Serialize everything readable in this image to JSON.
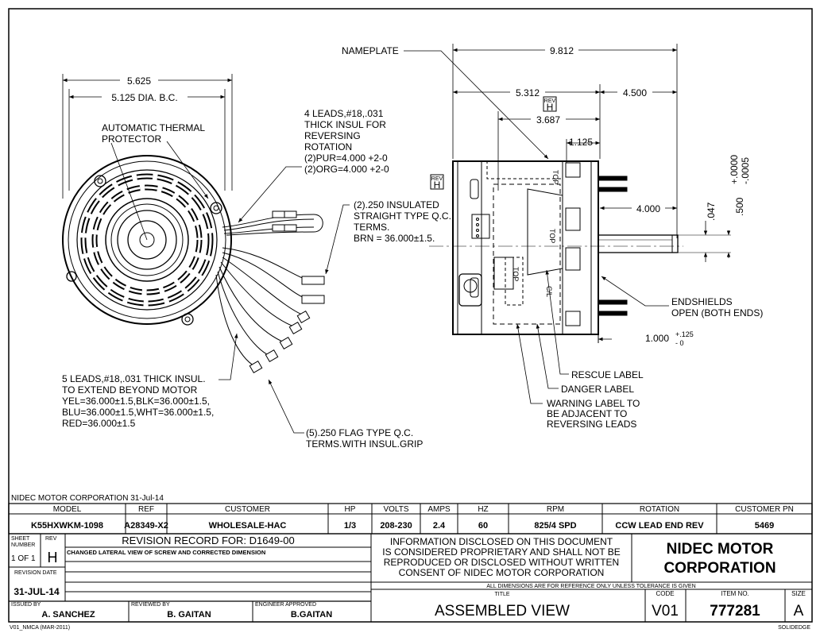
{
  "notes": {
    "nameplate": "NAMEPLATE",
    "dim_overall_diameter": "5.625",
    "dim_bolt_circle": "5.125 DIA. B.C.",
    "thermal_protector_line1": "AUTOMATIC THERMAL",
    "thermal_protector_line2": "PROTECTOR",
    "leads4_line1": "4 LEADS,#18,.031",
    "leads4_line2": "THICK INSUL FOR",
    "leads4_line3": "REVERSING",
    "leads4_line4": "ROTATION",
    "leads4_line5": "(2)PUR=4.000 +2-0",
    "leads4_line6": "(2)ORG=4.000 +2-0",
    "insulated_line1": "(2).250 INSULATED",
    "insulated_line2": "STRAIGHT TYPE Q.C.",
    "insulated_line3": "TERMS.",
    "insulated_line4": "BRN = 36.000±1.5.",
    "leads5_line1": "5 LEADS,#18,.031 THICK INSUL.",
    "leads5_line2": "TO EXTEND BEYOND MOTOR",
    "leads5_line3": "YEL=36.000±1.5,BLK=36.000±1.5,",
    "leads5_line4": "BLU=36.000±1.5,WHT=36.000±1.5,",
    "leads5_line5": "RED=36.000±1.5",
    "flag_line1": "(5).250 FLAG TYPE Q.C.",
    "flag_line2": "TERMS.WITH INSUL.GRIP",
    "dim_overall_length": "9.812",
    "dim_body": "5.312",
    "dim_shaft_ext": "4.500",
    "dim_label_pos": "3.687",
    "dim_1125": "1.125",
    "dim_4000": "4.000",
    "dim_047": ".047",
    "dim_500": ".500",
    "tol_plus": "+.0000",
    "tol_minus": "-.0005",
    "dim_1000": "1.000",
    "tol_125": "+.125",
    "tol_0": "- 0",
    "rev_tag_small": "REV",
    "rev_tag_letter": "H",
    "endshields_line1": "ENDSHIELDS",
    "endshields_line2": "OPEN (BOTH ENDS)",
    "rescue_label": "RESCUE LABEL",
    "danger_label": "DANGER LABEL",
    "warning_line1": "WARNING LABEL TO",
    "warning_line2": "BE ADJACENT TO",
    "warning_line3": "REVERSING LEADS",
    "top_1": "TOP",
    "top_2": "TOP",
    "top_3": "TOP",
    "cl": "C/L"
  },
  "title_block": {
    "corp_date": "NIDEC MOTOR CORPORATION 31-Jul-14",
    "headers": [
      "MODEL",
      "REF",
      "CUSTOMER",
      "HP",
      "VOLTS",
      "AMPS",
      "HZ",
      "RPM",
      "ROTATION",
      "CUSTOMER PN"
    ],
    "values": [
      "K55HXWKM-1098",
      "A28349-X2",
      "WHOLESALE-HAC",
      "1/3",
      "208-230",
      "2.4",
      "60",
      "825/4 SPD",
      "CCW LEAD END REV",
      "5469"
    ],
    "sheet_number_label1": "SHEET",
    "sheet_number_label2": "NUMBER",
    "sheet_of": "1 OF 1",
    "rev_label": "REV",
    "rev": "H",
    "revision_date_label": "REVISION DATE",
    "revision_date": "31-JUL-14",
    "revision_record": "REVISION RECORD FOR: D1649-00",
    "revision_note": "CHANGED LATERAL VIEW OF SCREW AND CORRECTED DIMENSION",
    "info_line1": "INFORMATION DISCLOSED ON THIS DOCUMENT",
    "info_line2": "IS CONSIDERED PROPRIETARY AND SHALL NOT BE",
    "info_line3": "REPRODUCED OR DISCLOSED WITHOUT WRITTEN",
    "info_line4": "CONSENT OF NIDEC MOTOR CORPORATION",
    "company_line1": "NIDEC MOTOR",
    "company_line2": "CORPORATION",
    "ref_note": "ALL DIMENSIONS ARE FOR REFERENCE ONLY UNLESS TOLERANCE IS GIVEN",
    "title_label": "TITLE",
    "title": "ASSEMBLED VIEW",
    "code_label": "CODE",
    "code": "V01",
    "item_label": "ITEM NO.",
    "item": "777281",
    "size_label": "SIZE",
    "size": "A",
    "issued_label": "ISSUED BY",
    "issued": "A. SANCHEZ",
    "reviewed_label": "REVIEWED BY",
    "reviewed": "B. GAITAN",
    "engineer_label": "ENGINEER APPROVED",
    "engineer": "B.GAITAN",
    "form_id": "V01_NMCA (MAR-2011)",
    "software": "SOLIDEDGE"
  }
}
